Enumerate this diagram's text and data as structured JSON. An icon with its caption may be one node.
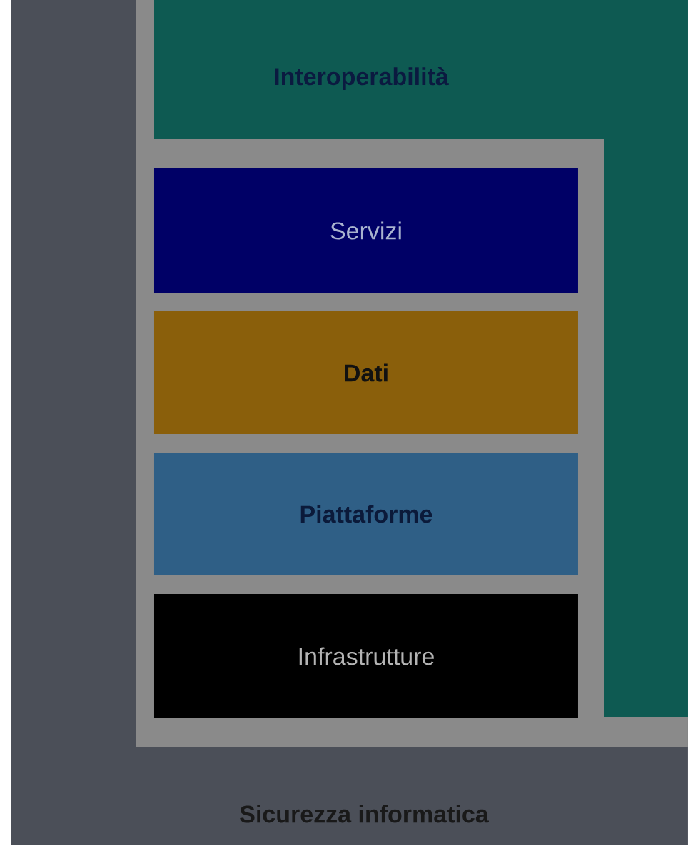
{
  "diagram": {
    "nodes": [
      {
        "text": [
          "Sicurezza informatica"
        ]
      },
      {
        "text": [
          "Interoperabilità"
        ],
        "in": 0
      },
      {
        "text": [
          "Servizi"
        ],
        "in": 0
      },
      {
        "text": [
          "Dati"
        ],
        "in": 0
      },
      {
        "text": [
          "Piattaforme"
        ],
        "in": 0
      },
      {
        "text": [
          "Infrastrutture"
        ],
        "in": 0
      }
    ]
  }
}
